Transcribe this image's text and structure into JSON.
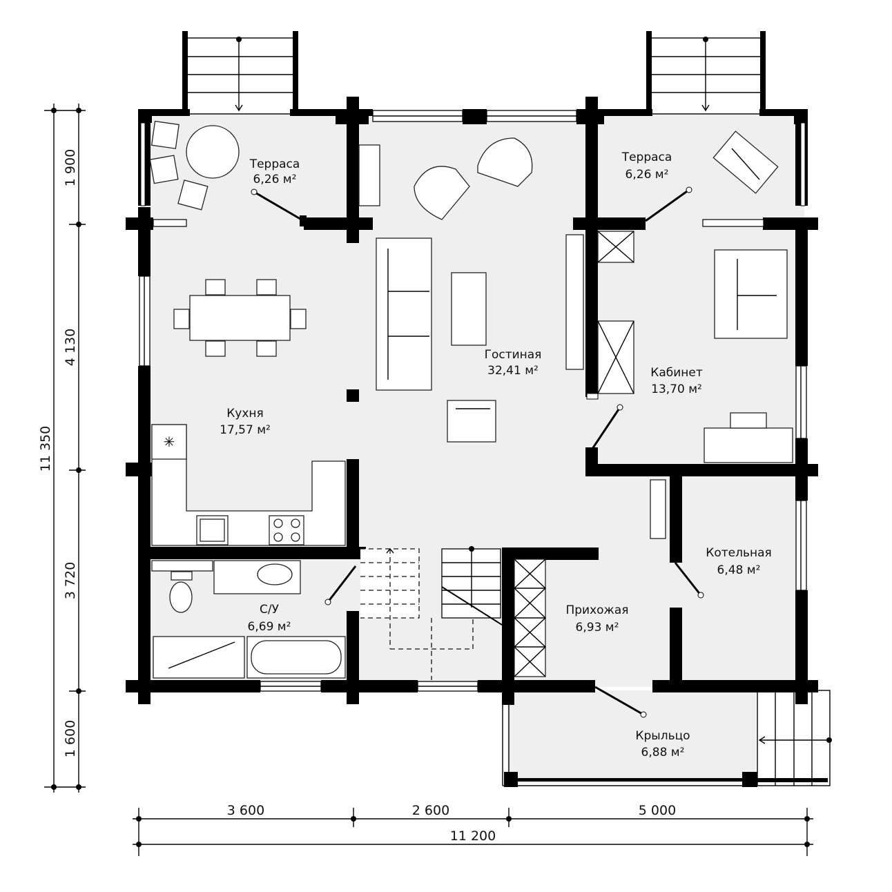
{
  "rooms": {
    "terrace_left": {
      "name": "Терраса",
      "area": "6,26 м²"
    },
    "terrace_right": {
      "name": "Терраса",
      "area": "6,26 м²"
    },
    "living": {
      "name": "Гостиная",
      "area": "32,41 м²"
    },
    "study": {
      "name": "Кабинет",
      "area": "13,70 м²"
    },
    "kitchen": {
      "name": "Кухня",
      "area": "17,57 м²"
    },
    "bathroom": {
      "name": "С/У",
      "area": "6,69 м²"
    },
    "hall": {
      "name": "Прихожая",
      "area": "6,93 м²"
    },
    "boiler": {
      "name": "Котельная",
      "area": "6,48 м²"
    },
    "porch": {
      "name": "Крыльцо",
      "area": "6,88 м²"
    }
  },
  "dimensions": {
    "vertical_total": "11 350",
    "vertical_segments": [
      "1 900",
      "4 130",
      "3 720",
      "1 600"
    ],
    "horizontal_total": "11 200",
    "horizontal_segments": [
      "3 600",
      "2 600",
      "5 000"
    ]
  }
}
